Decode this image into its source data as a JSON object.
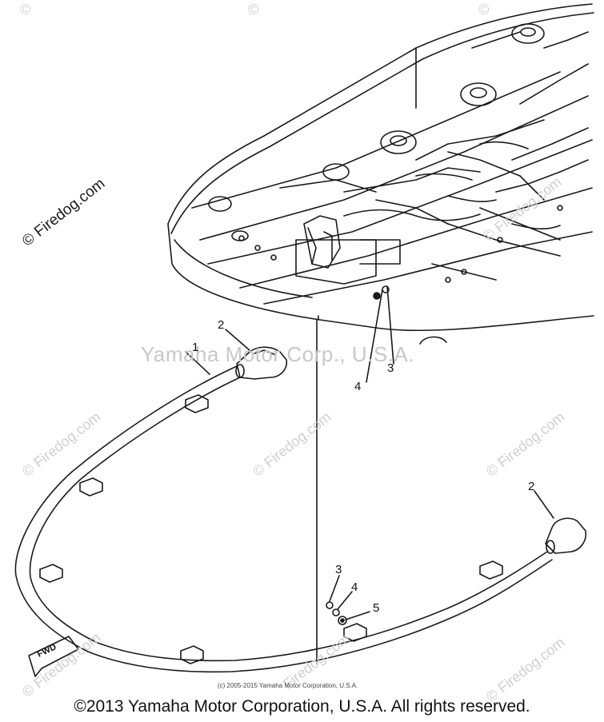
{
  "watermark": {
    "site": "© Firedog.com",
    "site_short": "Firedog.com",
    "copyright_symbol": "©",
    "center": "Yamaha Motor Corp., U.S.A."
  },
  "callouts": [
    "1",
    "2",
    "2",
    "3",
    "3",
    "4",
    "4",
    "5"
  ],
  "fwd_label": "FWD",
  "small_copyright": "(c) 2005-2015 Yamaha Motor Corporation, U.S.A.",
  "footer": "©2013 Yamaha Motor Corporation, U.S.A. All rights reserved.",
  "colors": {
    "line": "#1a1a1a",
    "watermark": "#cfcfcf"
  }
}
